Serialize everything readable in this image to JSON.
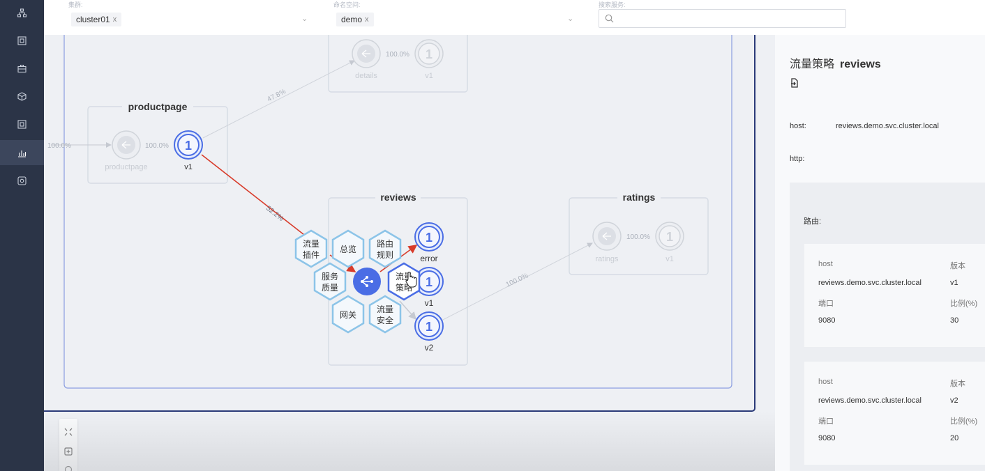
{
  "topbar": {
    "cluster_label": "集群:",
    "cluster_tag": "cluster01",
    "namespace_label": "命名空间:",
    "namespace_tag": "demo",
    "search_label": "搜索服务:",
    "search_placeholder": "",
    "tag_close": "x"
  },
  "graph": {
    "productpage": {
      "title": "productpage",
      "svc_label": "productpage",
      "version": "v1",
      "count": "1",
      "in_pct": "100.0%",
      "mid_pct": "100.0%"
    },
    "details": {
      "svc_label": "details",
      "version": "v1",
      "count": "1",
      "mid_pct": "100.0%"
    },
    "reviews": {
      "title": "reviews",
      "versions": [
        {
          "label": "error",
          "count": "1"
        },
        {
          "label": "v1",
          "count": "1"
        },
        {
          "label": "v2",
          "count": "1"
        }
      ]
    },
    "ratings": {
      "title": "ratings",
      "svc_label": "ratings",
      "version": "v1",
      "count": "1",
      "mid_pct": "100.0%"
    },
    "edges": {
      "to_details": "47.8%",
      "to_reviews": "52.2%",
      "to_ratings": "100.0%"
    },
    "menu": {
      "plugin": [
        "流量",
        "插件"
      ],
      "overview": "总览",
      "route_rule": [
        "路由",
        "规则"
      ],
      "quality": [
        "服务",
        "质量"
      ],
      "policy": [
        "流量",
        "策略"
      ],
      "gateway": "网关",
      "security": [
        "流量",
        "安全"
      ]
    }
  },
  "panel": {
    "title_prefix": "流量策略",
    "title_name": "reviews",
    "host_key": "host:",
    "host_value": "reviews.demo.svc.cluster.local",
    "http_key": "http:",
    "route_label": "路由:",
    "routes": [
      {
        "host_h": "host",
        "version_h": "版本",
        "host": "reviews.demo.svc.cluster.local",
        "version": "v1",
        "port_h": "端口",
        "ratio_h": "比例(%)",
        "port": "9080",
        "ratio": "30"
      },
      {
        "host_h": "host",
        "version_h": "版本",
        "host": "reviews.demo.svc.cluster.local",
        "version": "v2",
        "port_h": "端口",
        "ratio_h": "比例(%)",
        "port": "9080",
        "ratio": "20"
      }
    ]
  },
  "colors": {
    "nav_bg": "#2b3447",
    "accent": "#4a6de5",
    "edge_red": "#d83b2a",
    "hex_border": "#8cc4e8"
  }
}
